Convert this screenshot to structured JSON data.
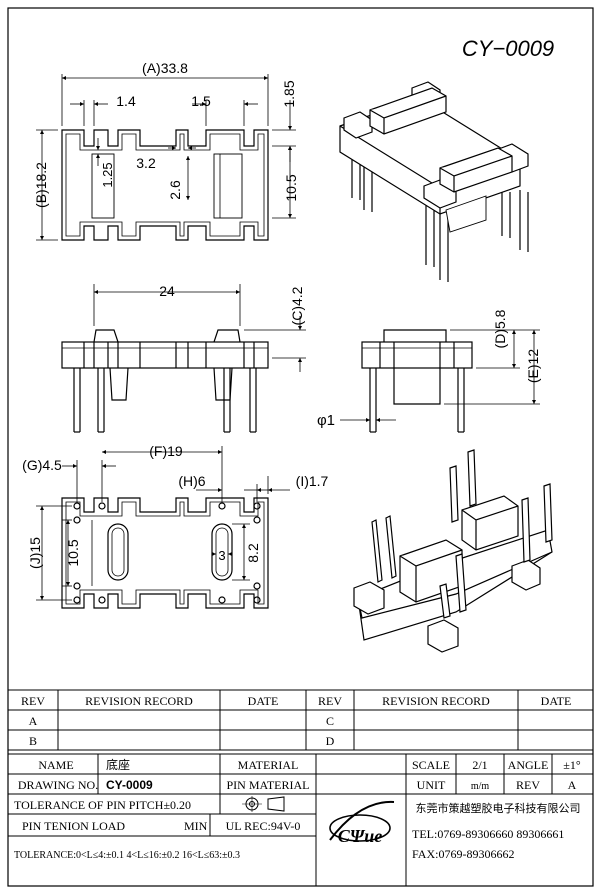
{
  "drawing": {
    "title": "CY−0009",
    "top_view": {
      "a": "(A)33.8",
      "a1": "1.4",
      "a2": "1.5",
      "a3": "1.85",
      "b": "(B)18.2",
      "c1": "1.25",
      "c2": "3.2",
      "c3": "2.6",
      "c4": "10.5"
    },
    "front_view": {
      "w": "24",
      "c": "(C)4.2"
    },
    "side_view": {
      "d": "(D)5.8",
      "e": "(E)12",
      "phi": "φ1"
    },
    "bottom_view": {
      "g": "(G)4.5",
      "f": "(F)19",
      "h": "(H)6",
      "i": "(I)1.7",
      "j": "(J)15",
      "j1": "10.5",
      "s1": "3",
      "s2": "8.2"
    }
  },
  "revision_table": {
    "headers": [
      "REV",
      "REVISION RECORD",
      "DATE",
      "REV",
      "REVISION RECORD",
      "DATE"
    ],
    "rows": [
      [
        "A",
        "",
        "",
        "C",
        "",
        ""
      ],
      [
        "B",
        "",
        "",
        "D",
        "",
        ""
      ]
    ]
  },
  "title_block": {
    "name_label": "NAME",
    "name_value": "底座",
    "material_label": "MATERIAL",
    "scale_label": "SCALE",
    "scale_value": "2/1",
    "angle_label": "ANGLE",
    "angle_value": "±1°",
    "drawing_no_label": "DRAWING NO.",
    "drawing_no_value": "CY-0009",
    "pin_material_label": "PIN MATERIAL",
    "unit_label": "UNIT",
    "unit_value": "m/m",
    "rev_label": "REV",
    "rev_value": "A",
    "tolerance_pitch": "TOLERANCE OF PIN PITCH±0.20",
    "pin_tension_label": "PIN TENION LOAD",
    "pin_tension_value": "MIN",
    "ul_rec": "UL REC:94V-0",
    "tolerance_general": "TOLERANCE:0<L≤4:±0.1   4<L≤16:±0.2   16<L≤63:±0.3",
    "company_name": "东莞市策越塑胶电子科技有限公司",
    "tel": "TEL:0769-89306660  89306661",
    "fax": "FAX:0769-89306662",
    "logo_text": "CΨue"
  }
}
